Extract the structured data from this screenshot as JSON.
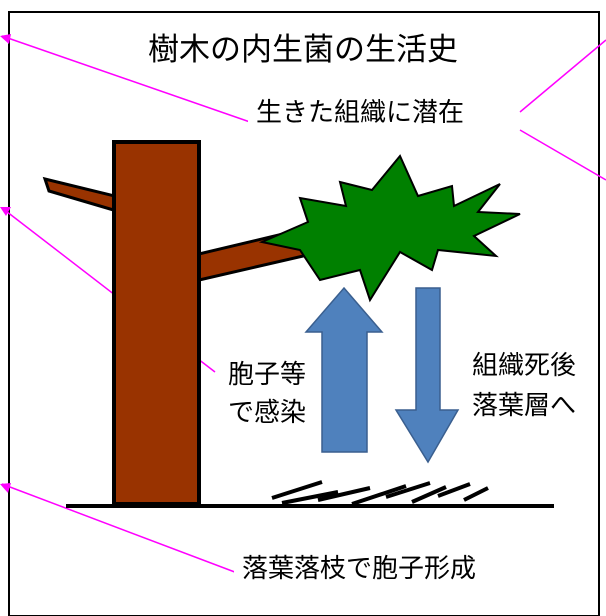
{
  "title": "樹木の内生菌の生活史",
  "labels": {
    "latent": "生きた組織に潜在",
    "infection_line1": "胞子等",
    "infection_line2": "で感染",
    "litter_line1": "組織死後",
    "litter_line2": "落葉層へ",
    "spore_formation": "落葉落枝で胞子形成"
  },
  "colors": {
    "trunk": "#993300",
    "foliage": "#008000",
    "arrow": "#4f81bd",
    "connector": "#ff00ff",
    "outline": "#000000"
  }
}
